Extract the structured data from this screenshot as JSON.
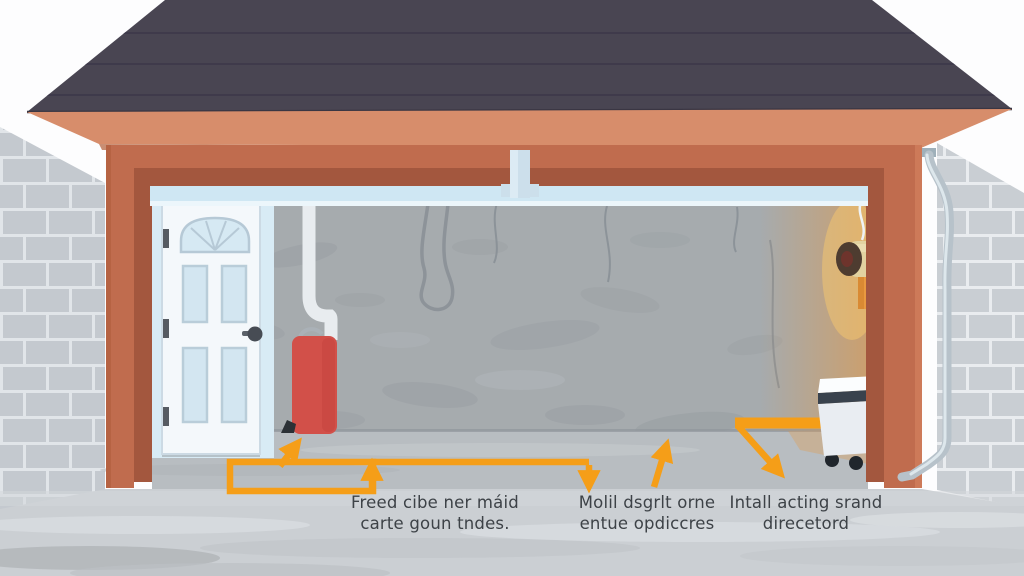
{
  "diagram": {
    "description": "Cutaway illustration of a garage interior with orange annotation arrows and three caption labels",
    "caption_labels": [
      {
        "line1": "Freed cibe ner máid",
        "line2": "carte goun tndes."
      },
      {
        "line1": "Molil dsgrlt orne",
        "line2": "entue opdiccres"
      },
      {
        "line1": "Intall acting srand",
        "line2": "direcetord"
      }
    ],
    "objects": [
      "roof",
      "fascia-board",
      "cinder-block-side-walls",
      "front-wall-pillars",
      "ceiling-beam",
      "entry-door",
      "supply-pipe",
      "red-tank",
      "hanging-cord",
      "wall-heater-unit",
      "rolling-bin",
      "downspout",
      "annotation-arrows"
    ],
    "colors": {
      "arrow_accent": "#F59E18",
      "roof": "#494552",
      "fascia": "#D78D6B",
      "front_wall": "#C06C4E",
      "inner_frame": "#A3573E",
      "interior_wall": "#A6ABAE",
      "floor": "#CBCFD3",
      "block_wall": "#C9CED3",
      "door": "#F4F8FB",
      "door_frame": "#D8EBF5",
      "tank_red": "#D25049",
      "caption_text": "#3D4247"
    }
  }
}
